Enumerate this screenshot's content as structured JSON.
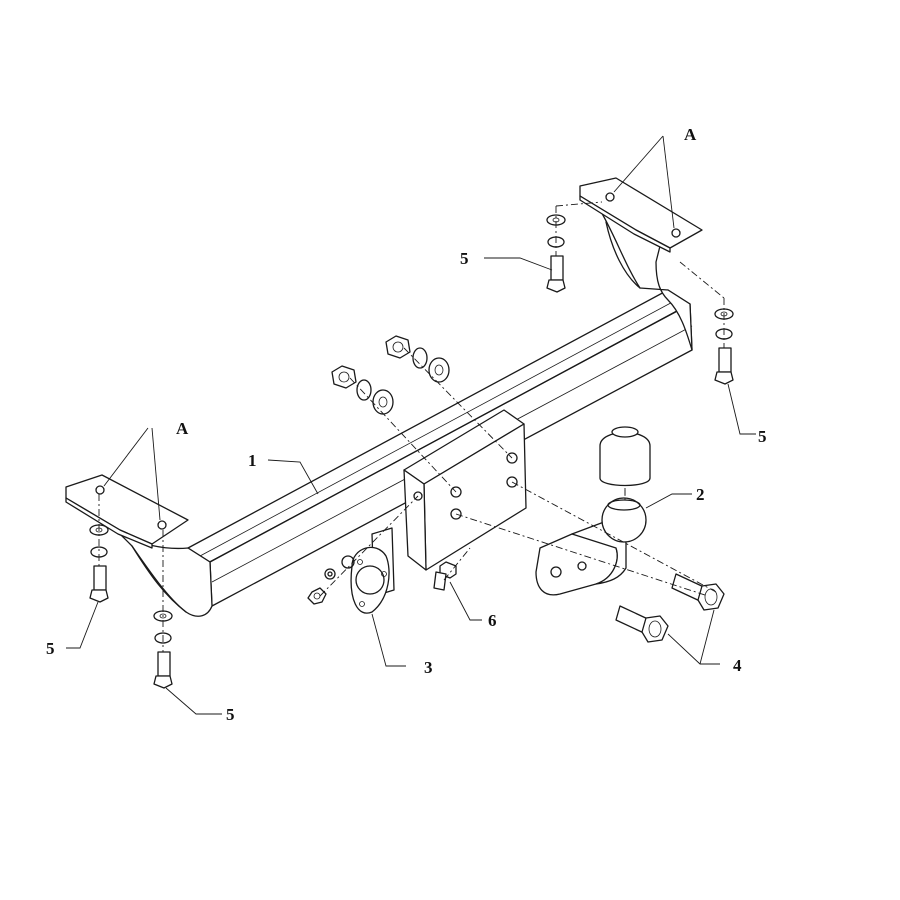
{
  "labels": {
    "beam": "1",
    "ball": "2",
    "socket_plate": "3",
    "bolts_ball": "4",
    "bolt": "5",
    "bolt_small": "6",
    "mount_point": "A"
  }
}
